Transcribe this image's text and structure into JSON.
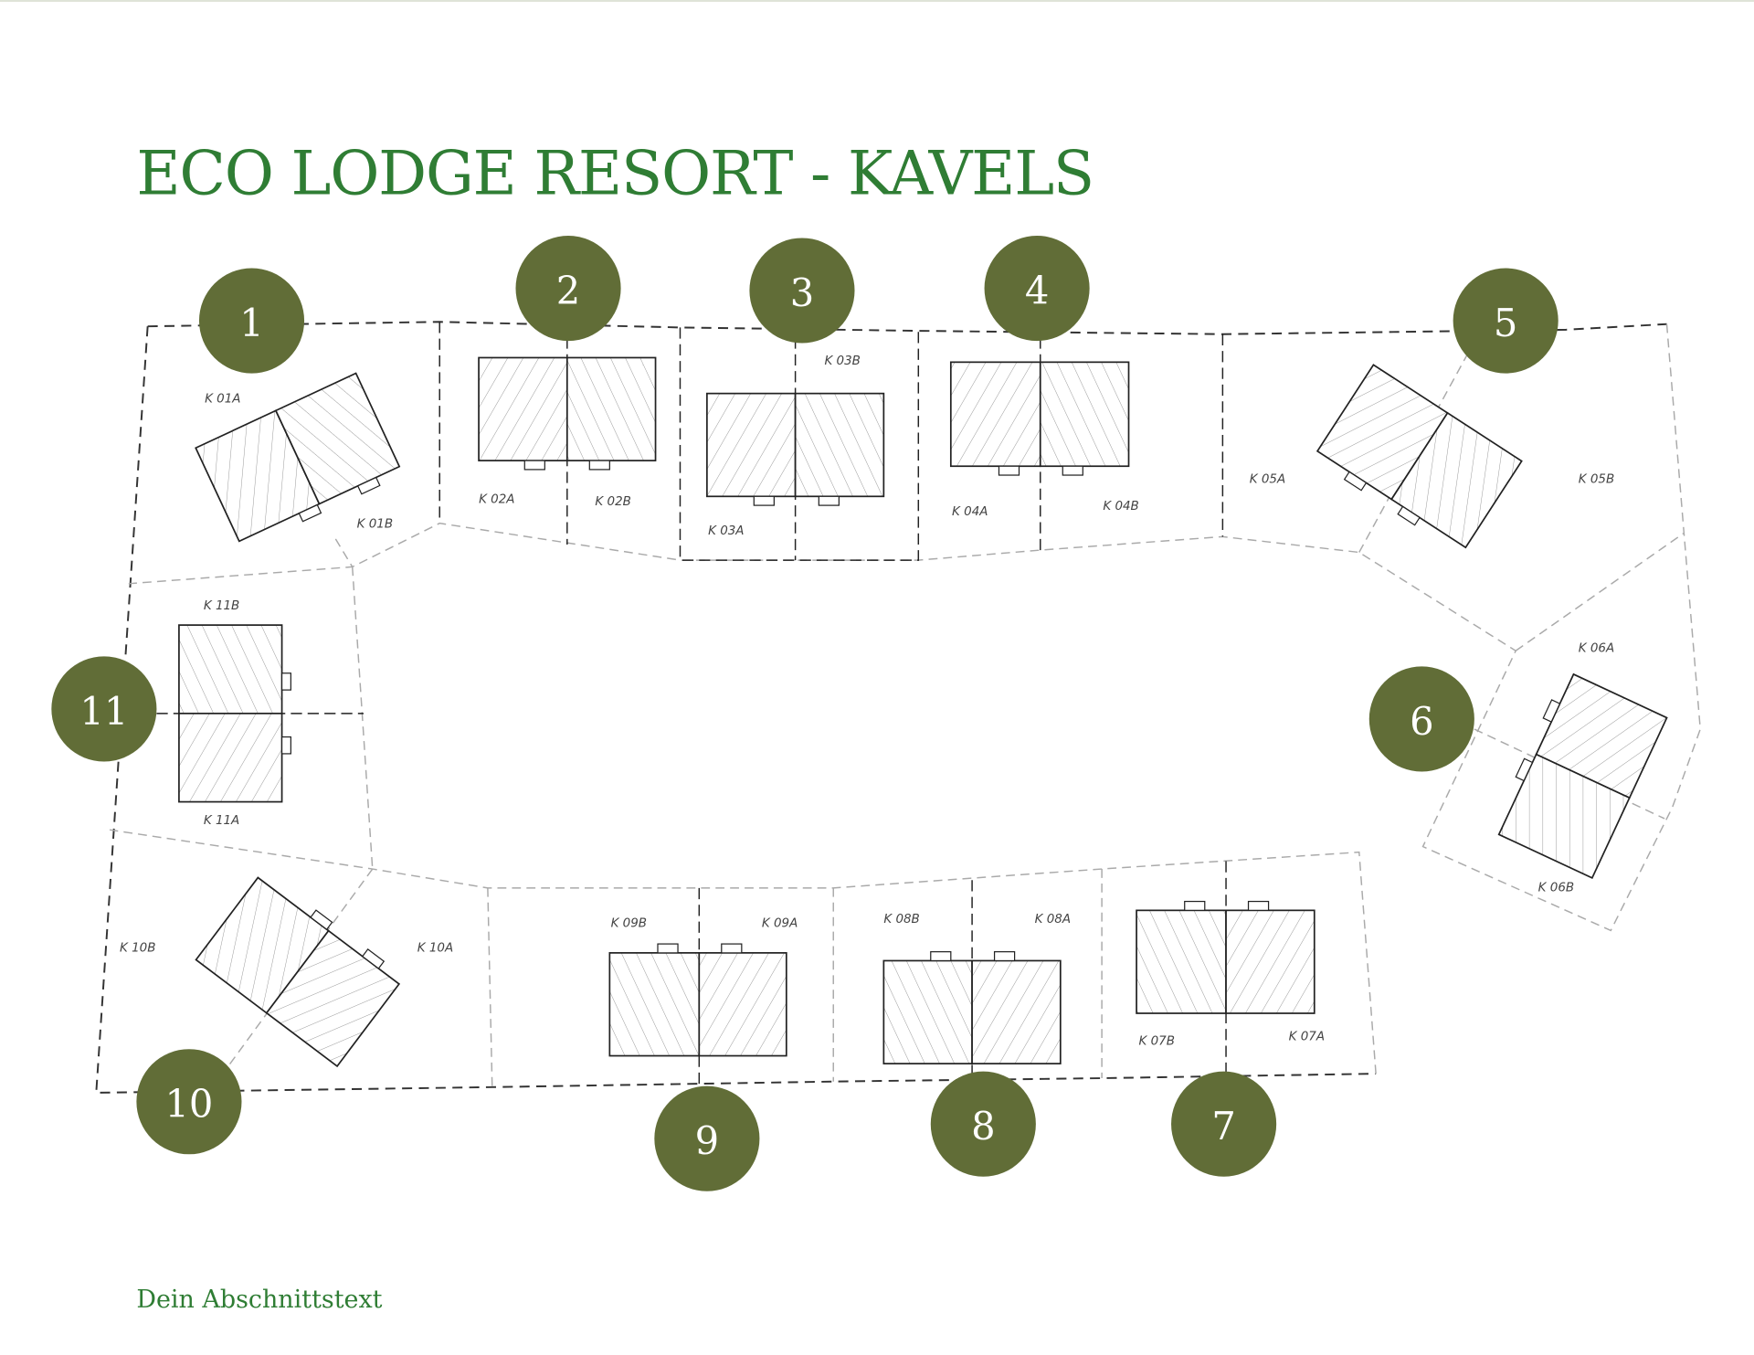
{
  "title": "ECO LODGE RESORT - KAVELS",
  "footer": "Dein Abschnittstext",
  "colors": {
    "title": "#2f7d34",
    "marker": "#616d37"
  },
  "markers": [
    "1",
    "2",
    "3",
    "4",
    "5",
    "6",
    "7",
    "8",
    "9",
    "10",
    "11"
  ],
  "plots": {
    "k01a": "K 01A",
    "k01b": "K 01B",
    "k02a": "K 02A",
    "k02b": "K 02B",
    "k03a": "K 03A",
    "k03b": "K 03B",
    "k04a": "K 04A",
    "k04b": "K 04B",
    "k05a": "K 05A",
    "k05b": "K 05B",
    "k06a": "K 06A",
    "k06b": "K 06B",
    "k07a": "K 07A",
    "k07b": "K 07B",
    "k08a": "K 08A",
    "k08b": "K 08B",
    "k09a": "K 09A",
    "k09b": "K 09B",
    "k10a": "K 10A",
    "k10b": "K 10B",
    "k11a": "K 11A",
    "k11b": "K 11B"
  }
}
